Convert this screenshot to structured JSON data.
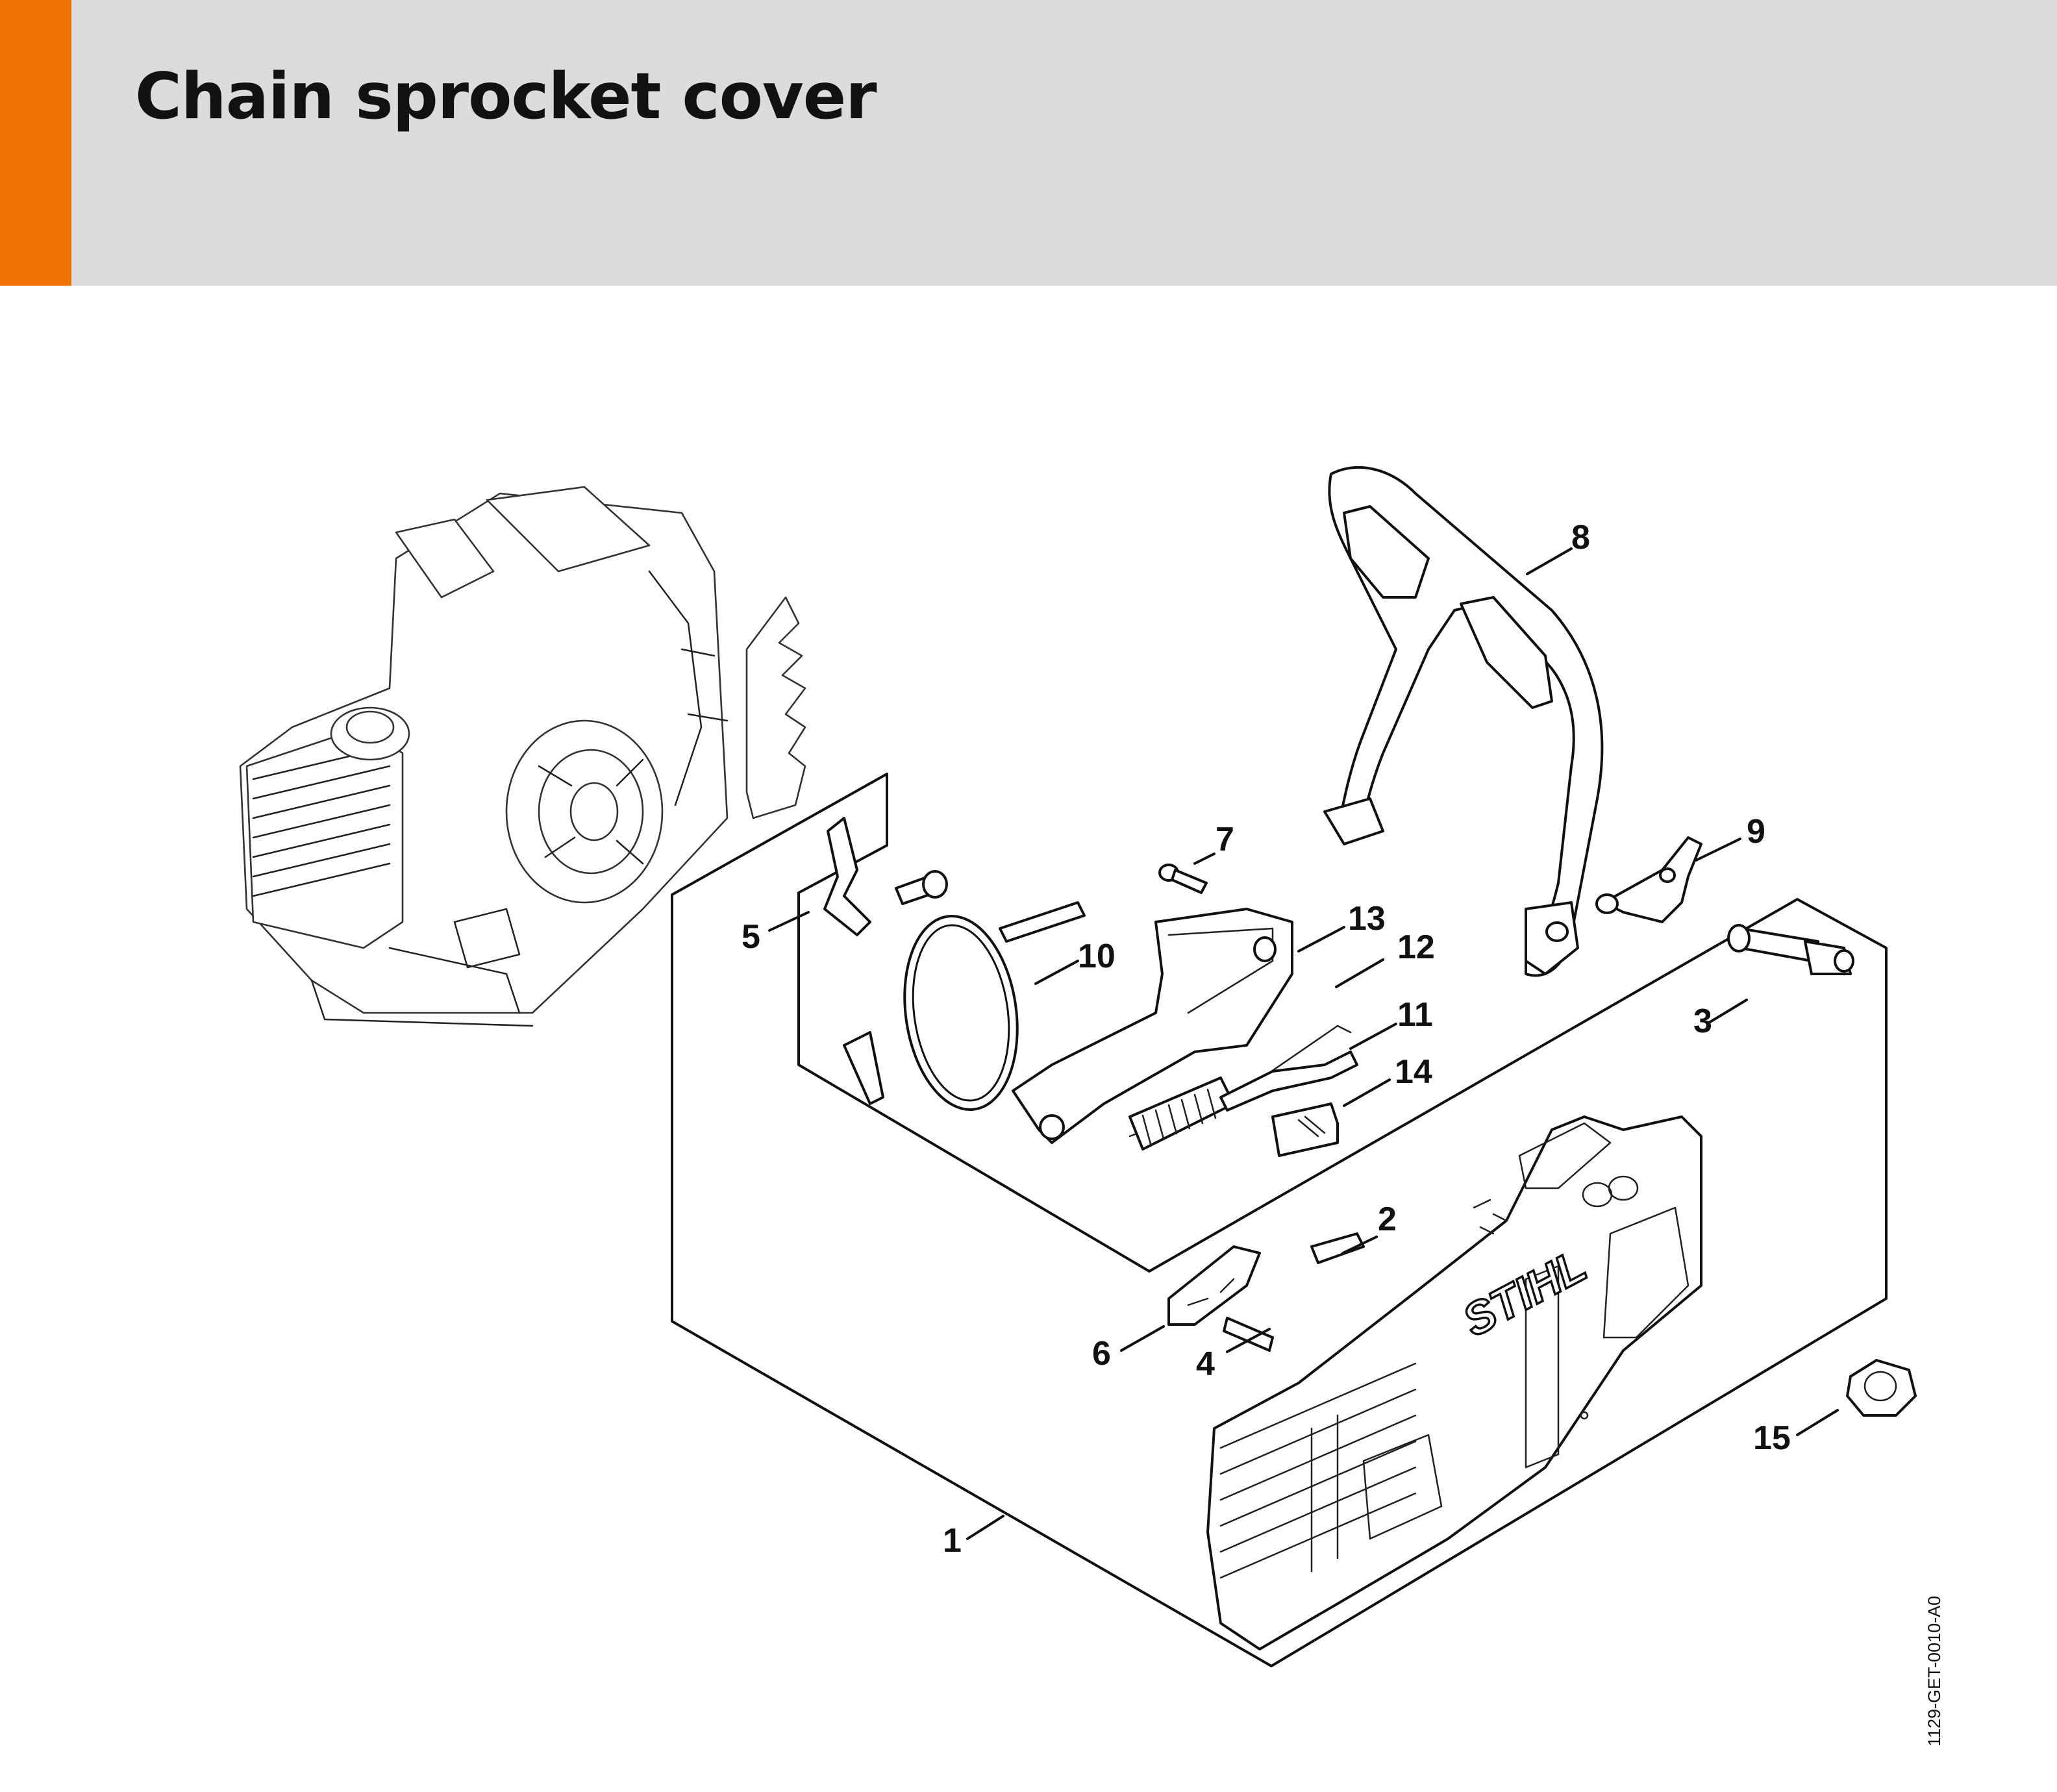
{
  "header": {
    "title": "Chain sprocket cover",
    "accent_color": "#ee7203",
    "background_color": "#dcdcdc"
  },
  "diagram": {
    "brand_mark": "STIHL",
    "reference_code": "1129-GET-0010-A0",
    "callouts": [
      {
        "id": "1",
        "label": "1",
        "part": "chain-sprocket-cover-assembly"
      },
      {
        "id": "2",
        "label": "2",
        "part": "pin"
      },
      {
        "id": "3",
        "label": "3",
        "part": "tensioner-screw"
      },
      {
        "id": "4",
        "label": "4",
        "part": "pin"
      },
      {
        "id": "5",
        "label": "5",
        "part": "spring-clip"
      },
      {
        "id": "6",
        "label": "6",
        "part": "chain-catcher"
      },
      {
        "id": "7",
        "label": "7",
        "part": "screw"
      },
      {
        "id": "8",
        "label": "8",
        "part": "hand-guard"
      },
      {
        "id": "9",
        "label": "9",
        "part": "lever"
      },
      {
        "id": "10",
        "label": "10",
        "part": "brake-band"
      },
      {
        "id": "11",
        "label": "11",
        "part": "leaf-spring"
      },
      {
        "id": "12",
        "label": "12",
        "part": "hook"
      },
      {
        "id": "13",
        "label": "13",
        "part": "brake-lever"
      },
      {
        "id": "14",
        "label": "14",
        "part": "slider"
      },
      {
        "id": "15",
        "label": "15",
        "part": "nut"
      }
    ]
  }
}
